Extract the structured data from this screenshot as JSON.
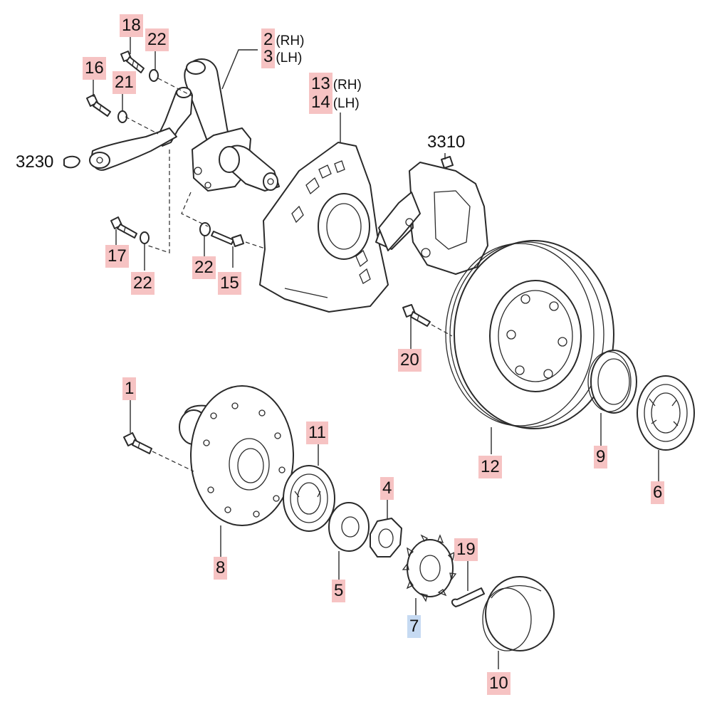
{
  "diagram": {
    "callouts": [
      {
        "id": "18",
        "label": "18",
        "highlight": "red"
      },
      {
        "id": "22a",
        "label": "22",
        "highlight": "red"
      },
      {
        "id": "16",
        "label": "16",
        "highlight": "red"
      },
      {
        "id": "21",
        "label": "21",
        "highlight": "red"
      },
      {
        "id": "2",
        "label": "2",
        "suffix": "(RH)",
        "highlight": "red"
      },
      {
        "id": "3",
        "label": "3",
        "suffix": "(LH)",
        "highlight": "red"
      },
      {
        "id": "13",
        "label": "13",
        "suffix": "(RH)",
        "highlight": "red"
      },
      {
        "id": "14",
        "label": "14",
        "suffix": "(LH)",
        "highlight": "red"
      },
      {
        "id": "17",
        "label": "17",
        "highlight": "red"
      },
      {
        "id": "22b",
        "label": "22",
        "highlight": "red"
      },
      {
        "id": "22c",
        "label": "22",
        "highlight": "red"
      },
      {
        "id": "15",
        "label": "15",
        "highlight": "red"
      },
      {
        "id": "20",
        "label": "20",
        "highlight": "red"
      },
      {
        "id": "1",
        "label": "1",
        "highlight": "red"
      },
      {
        "id": "11",
        "label": "11",
        "highlight": "red"
      },
      {
        "id": "4",
        "label": "4",
        "highlight": "red"
      },
      {
        "id": "19",
        "label": "19",
        "highlight": "red"
      },
      {
        "id": "12",
        "label": "12",
        "highlight": "red"
      },
      {
        "id": "9",
        "label": "9",
        "highlight": "red"
      },
      {
        "id": "6",
        "label": "6",
        "highlight": "red"
      },
      {
        "id": "8",
        "label": "8",
        "highlight": "red"
      },
      {
        "id": "5",
        "label": "5",
        "highlight": "red"
      },
      {
        "id": "7",
        "label": "7",
        "highlight": "blue"
      },
      {
        "id": "10",
        "label": "10",
        "highlight": "red"
      }
    ],
    "reference_codes": [
      {
        "id": "3230",
        "label": "3230"
      },
      {
        "id": "3310",
        "label": "3310"
      }
    ],
    "colors": {
      "highlight_red": "#f6c3c3",
      "highlight_blue": "#c6daf2",
      "line": "#2a2a2a"
    }
  }
}
